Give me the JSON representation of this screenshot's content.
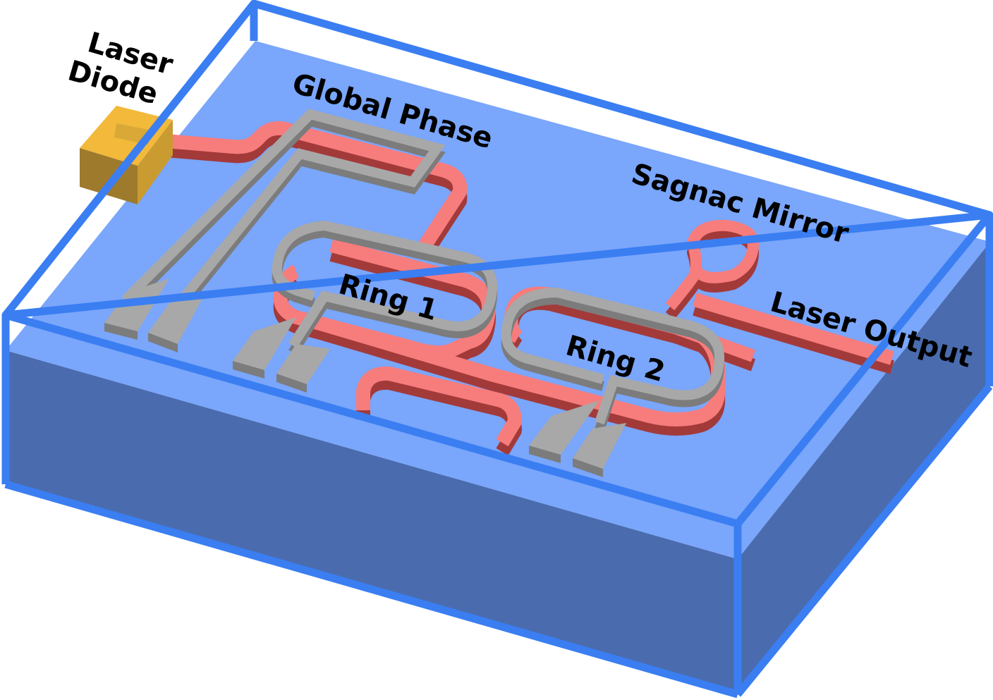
{
  "labels": {
    "laser_diode_line1": "Laser",
    "laser_diode_line2": "Diode",
    "global_phase": "Global Phase",
    "sagnac_mirror": "Sagnac Mirror",
    "ring1": "Ring 1",
    "ring2": "Ring 2",
    "laser_output": "Laser Output"
  },
  "colors": {
    "chip_top": "#7aa6fb",
    "chip_side": "#4a6caf",
    "chip_edge": "#3a7ef2",
    "waveguide": "#f77c7c",
    "waveguide_wall": "#a33a3a",
    "heater": "#a8a8a8",
    "heater_wall": "#7c7c7c",
    "laser_diode": "#f2b93b",
    "laser_diode_shade": "#9e7a2c"
  }
}
